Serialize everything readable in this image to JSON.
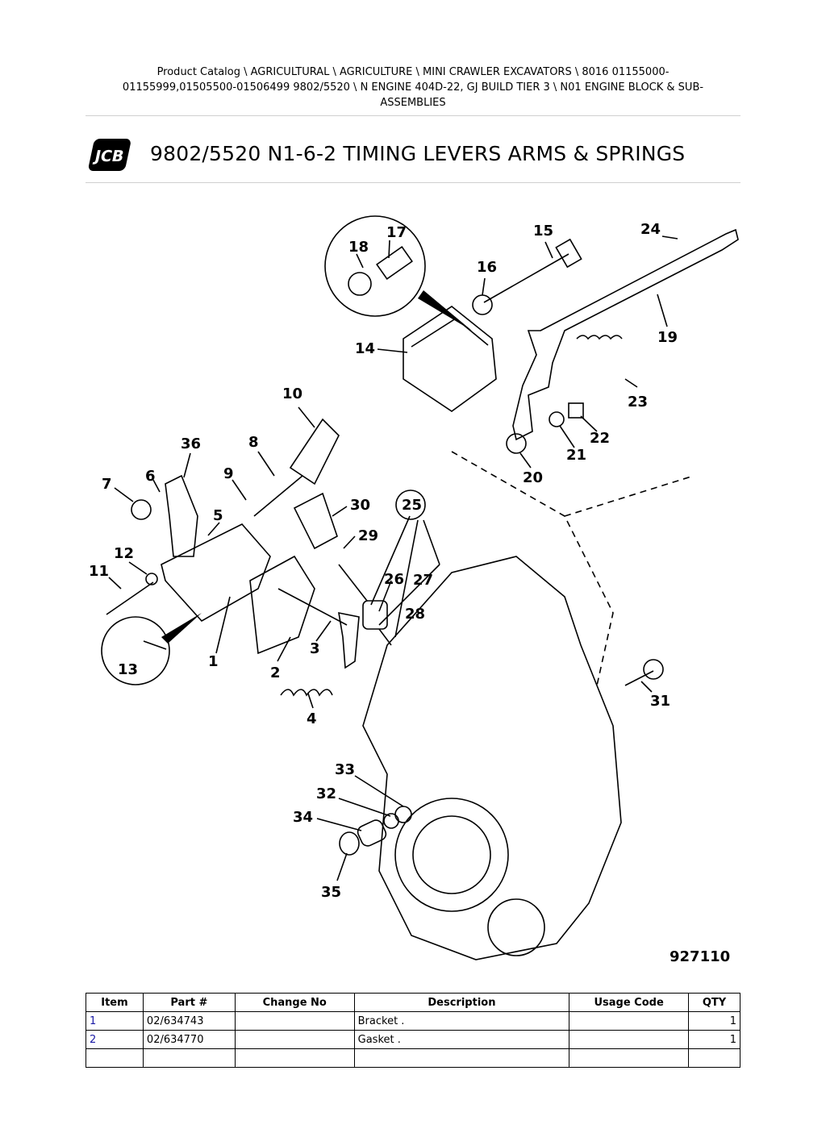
{
  "breadcrumb": {
    "line1": "Product Catalog  \\  AGRICULTURAL  \\  AGRICULTURE  \\  MINI CRAWLER EXCAVATORS  \\  8016 01155000-",
    "line2": "01155999,01505500-01506499 9802/5520  \\  N ENGINE 404D-22, GJ BUILD TIER 3  \\  N01 ENGINE BLOCK & SUB-",
    "line3": "ASSEMBLIES"
  },
  "logo": {
    "text": "JCB",
    "color": "#000000"
  },
  "page_title": "9802/5520 N1-6-2 TIMING LEVERS ARMS & SPRINGS",
  "diagram": {
    "figure_number": "927110",
    "callouts": [
      "1",
      "2",
      "3",
      "4",
      "5",
      "6",
      "7",
      "8",
      "9",
      "10",
      "11",
      "12",
      "13",
      "14",
      "15",
      "16",
      "17",
      "18",
      "19",
      "20",
      "21",
      "22",
      "23",
      "24",
      "25",
      "26",
      "27",
      "28",
      "29",
      "30",
      "31",
      "32",
      "33",
      "34",
      "35",
      "36"
    ]
  },
  "table": {
    "headers": [
      "Item",
      "Part #",
      "Change No",
      "Description",
      "Usage Code",
      "QTY"
    ],
    "rows": [
      {
        "item": "1",
        "part": "02/634743",
        "change": "",
        "description": "Bracket .",
        "usage": "",
        "qty": "1"
      },
      {
        "item": "2",
        "part": "02/634770",
        "change": "",
        "description": "Gasket .",
        "usage": "",
        "qty": "1"
      }
    ]
  }
}
